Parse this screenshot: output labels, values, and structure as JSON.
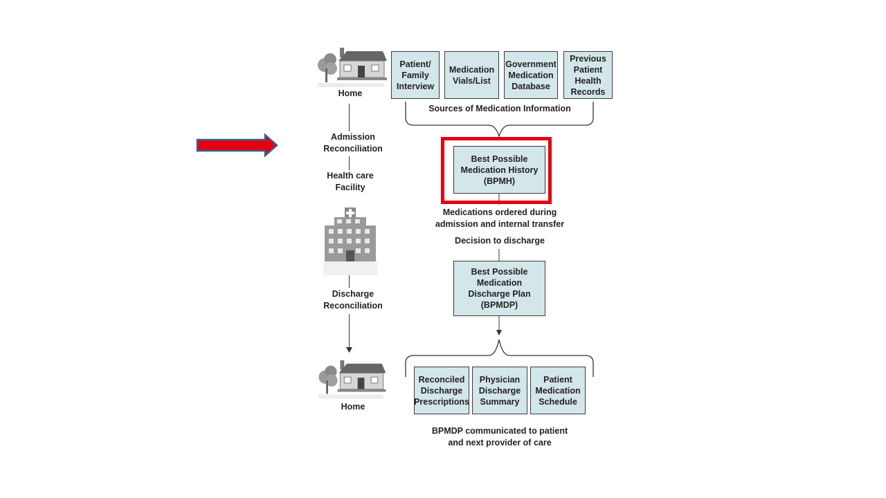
{
  "left_column": {
    "home_top": "Home",
    "admission": "Admission\nReconciliation",
    "facility": "Health care\nFacility",
    "discharge": "Discharge\nReconciliation",
    "home_bottom": "Home"
  },
  "sources": {
    "boxes": [
      "Patient/\nFamily\nInterview",
      "Medication\nVials/List",
      "Government\nMedication\nDatabase",
      "Previous\nPatient\nHealth\nRecords"
    ],
    "caption": "Sources of Medication Information"
  },
  "bpmh": {
    "label": "Best Possible\nMedication History\n(BPMH)"
  },
  "ordered_text": "Medications ordered during\nadmission and internal transfer",
  "decision_text": "Decision to discharge",
  "bpmdp": {
    "label": "Best Possible\nMedication\nDischarge Plan\n(BPMDP)"
  },
  "outputs": {
    "boxes": [
      "Reconciled\nDischarge\nPrescriptions",
      "Physician\nDischarge\nSummary",
      "Patient\nMedication\nSchedule"
    ],
    "caption": "BPMDP communicated to patient\nand next provider of care"
  },
  "colors": {
    "box_fill": "#d3e6e9",
    "highlight": "#e3000f",
    "arrow_fill": "#e3000f",
    "arrow_stroke": "#3a5f8f"
  },
  "icons": [
    "house-icon",
    "hospital-icon",
    "tree-icon",
    "red-arrow-icon"
  ]
}
